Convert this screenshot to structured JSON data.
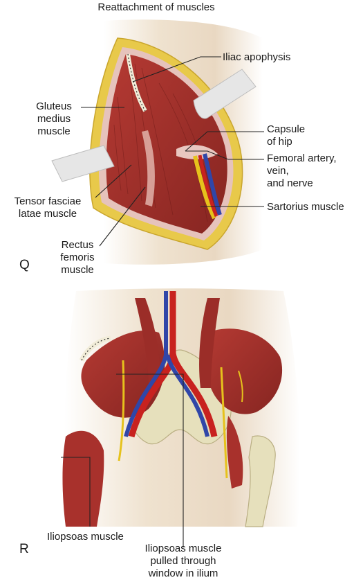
{
  "title": "Reattachment of muscles",
  "panels": {
    "q": "Q",
    "r": "R"
  },
  "labels": {
    "iliac_apophysis": "Iliac apophysis",
    "gluteus_medius": [
      "Gluteus",
      "medius",
      "muscle"
    ],
    "capsule_of_hip": [
      "Capsule",
      "of hip"
    ],
    "femoral_vessels": [
      "Femoral artery,",
      "vein,",
      "and nerve"
    ],
    "tensor_fasciae_latae": [
      "Tensor fasciae",
      "latae muscle"
    ],
    "sartorius": "Sartorius muscle",
    "rectus_femoris": [
      "Rectus",
      "femoris",
      "muscle"
    ],
    "iliopsoas": "Iliopsoas muscle",
    "iliopsoas_pulled": [
      "Iliopsoas muscle",
      "pulled through",
      "window in ilium"
    ]
  },
  "colors": {
    "muscle": "#a8312c",
    "muscle_dark": "#7c1f1c",
    "fat": "#e8c94a",
    "skin": "#ecdcc8",
    "artery": "#c8221f",
    "vein": "#3046a8",
    "nerve": "#e6c21c",
    "bone": "#e6e0bc",
    "retractor": "#e4e4e4"
  }
}
